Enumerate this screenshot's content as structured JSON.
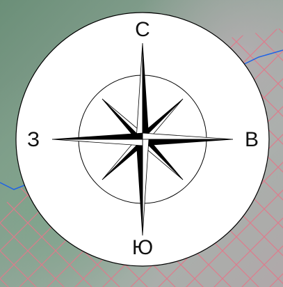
{
  "compass": {
    "north_label": "С",
    "east_label": "В",
    "south_label": "Ю",
    "west_label": "З",
    "disc_color": "#ffffff",
    "rose_color": "#000000"
  },
  "map": {
    "imagery_colors": [
      "#6f8a78",
      "#8fa99a",
      "#a7b2ad",
      "#b1a9ab"
    ],
    "parcel_hatch_color": "#e0798a",
    "boundary_line_color": "#1f63e6"
  }
}
